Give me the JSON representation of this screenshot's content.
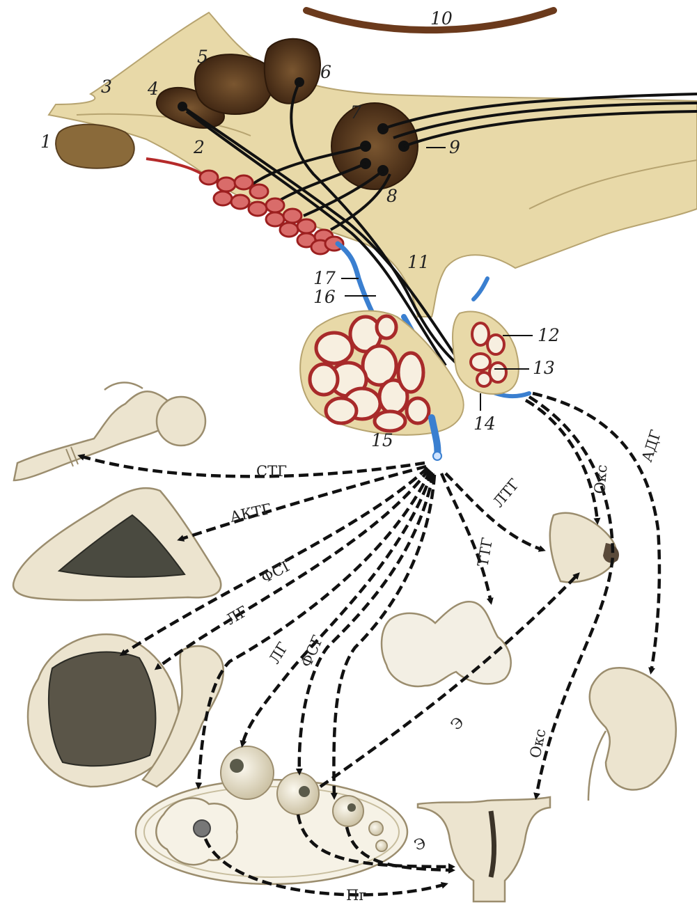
{
  "labels": {
    "n1": "1",
    "n2": "2",
    "n3": "3",
    "n4": "4",
    "n5": "5",
    "n6": "6",
    "n7": "7",
    "n8": "8",
    "n9": "9",
    "n10": "10",
    "n11": "11",
    "n12": "12",
    "n13": "13",
    "n14": "14",
    "n15": "15",
    "n16": "16",
    "n17": "17"
  },
  "hormones": {
    "stg": "СТГ",
    "aktg": "АКТГ",
    "fsg_1": "ФСГ",
    "lg_1": "ЛГ",
    "lg_2": "ЛГ",
    "fsg_2": "ФСГ",
    "ltg": "ЛТГ",
    "ttg": "ТТГ",
    "oks_1": "Окс",
    "adg": "АДГ",
    "oks_2": "Окс",
    "e_1": "Э",
    "e_2": "Э",
    "pg": "Пг"
  },
  "colors": {
    "brain": "#e8d9a8",
    "brain_stroke": "#b7a470",
    "nucleus": "#5a3a1c",
    "capillary": "#c73a3a",
    "portal_vein": "#3a7fd0",
    "organ": "#ece4cf"
  }
}
